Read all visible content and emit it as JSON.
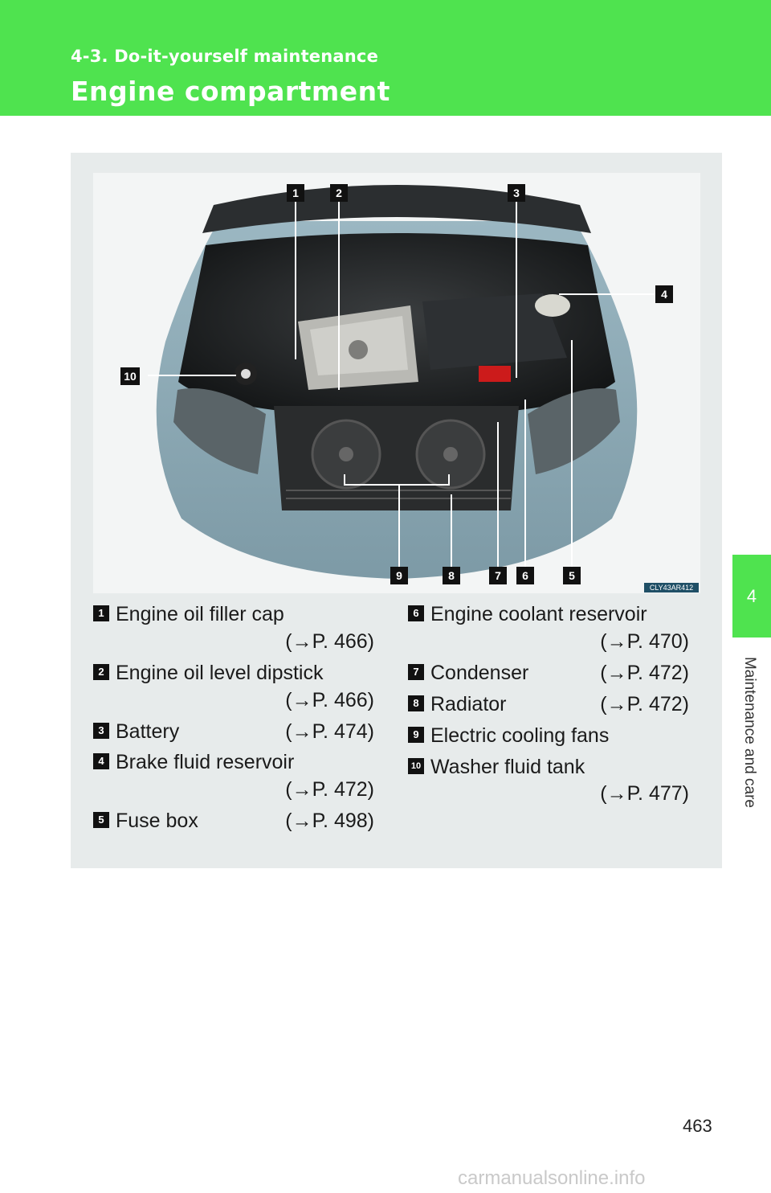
{
  "header": {
    "section": "4-3. Do-it-yourself maintenance",
    "title": "Engine compartment",
    "bg_color": "#4fe34f"
  },
  "figure": {
    "code": "CLY43AR412",
    "callouts": [
      "1",
      "2",
      "3",
      "4",
      "5",
      "6",
      "7",
      "8",
      "9",
      "10"
    ]
  },
  "legend": {
    "left": [
      {
        "num": "1",
        "label": "Engine oil filler cap",
        "ref": "(→P. 466)"
      },
      {
        "num": "2",
        "label": "Engine oil level dipstick",
        "ref": "(→P. 466)"
      },
      {
        "num": "3",
        "label": "Battery",
        "ref": "(→P. 474)"
      },
      {
        "num": "4",
        "label": "Brake fluid reservoir",
        "ref": "(→P. 472)"
      },
      {
        "num": "5",
        "label": "Fuse box",
        "ref": "(→P. 498)"
      }
    ],
    "right": [
      {
        "num": "6",
        "label": "Engine coolant reservoir",
        "ref": "(→P. 470)"
      },
      {
        "num": "7",
        "label": "Condenser",
        "ref": "(→P. 472)"
      },
      {
        "num": "8",
        "label": "Radiator",
        "ref": "(→P. 472)"
      },
      {
        "num": "9",
        "label": "Electric cooling fans",
        "ref": ""
      },
      {
        "num": "10",
        "label": "Washer fluid tank",
        "ref": "(→P. 477)"
      }
    ]
  },
  "side_tab": {
    "number": "4",
    "label": "Maintenance and care"
  },
  "page_number": "463",
  "watermark": "carmanualsonline.info"
}
